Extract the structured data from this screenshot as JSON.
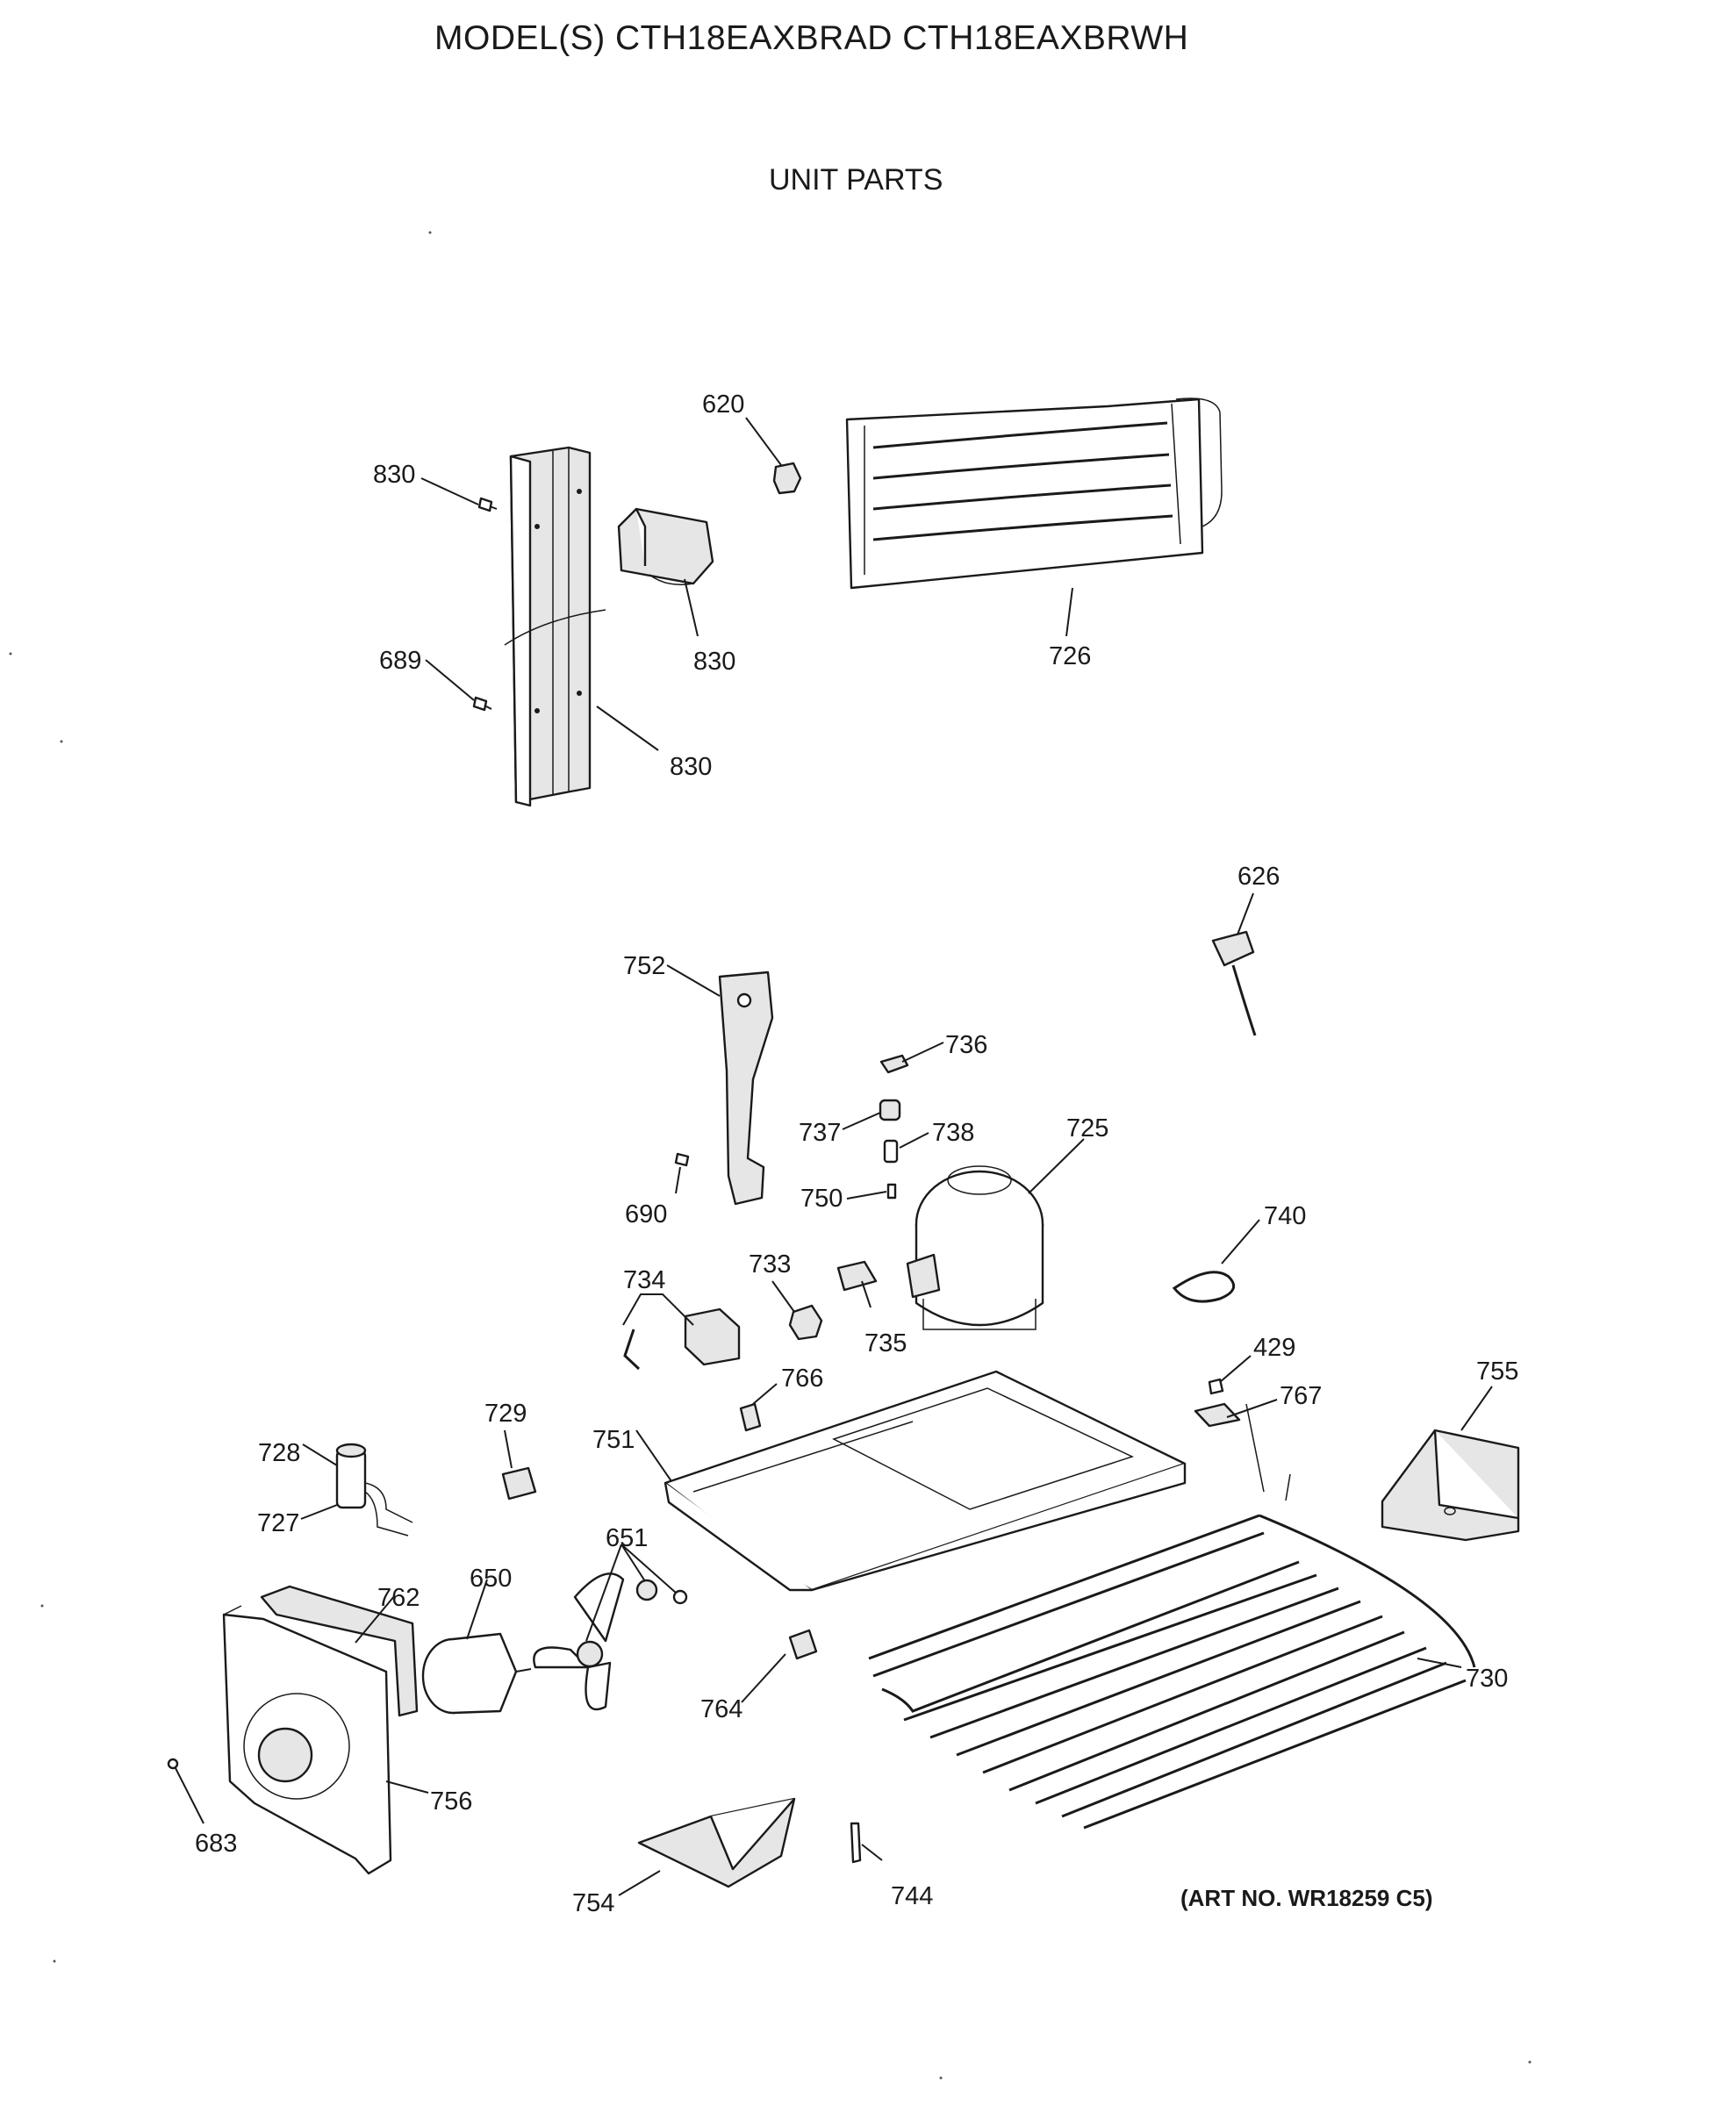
{
  "header": {
    "model_title": "MODEL(S) CTH18EAXBRAD  CTH18EAXBRWH",
    "section_title": "UNIT PARTS"
  },
  "footer": {
    "art_number": "(ART NO. WR18259 C5)"
  },
  "callouts": {
    "c620": "620",
    "c830_top": "830",
    "c830_mid": "830",
    "c830_bot": "830",
    "c689": "689",
    "c726": "726",
    "c626": "626",
    "c752": "752",
    "c736": "736",
    "c737": "737",
    "c738": "738",
    "c725": "725",
    "c750": "750",
    "c690": "690",
    "c740": "740",
    "c734": "734",
    "c733": "733",
    "c735": "735",
    "c429": "429",
    "c755": "755",
    "c766": "766",
    "c767": "767",
    "c729": "729",
    "c751": "751",
    "c728": "728",
    "c727": "727",
    "c651": "651",
    "c762": "762",
    "c650": "650",
    "c730": "730",
    "c764": "764",
    "c756": "756",
    "c683": "683",
    "c754": "754",
    "c744": "744"
  }
}
